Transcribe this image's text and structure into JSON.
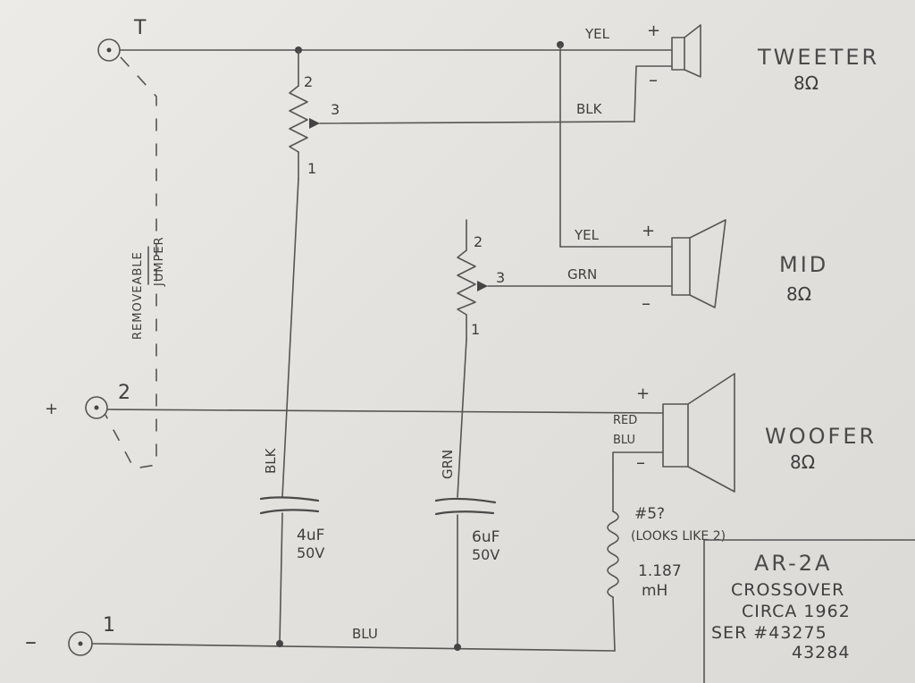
{
  "terminals": {
    "t_label": "T",
    "two_label": "2",
    "one_label": "1",
    "plus_label": "+",
    "minus_label": "–"
  },
  "jumper_label_1": "REMOVEABLE",
  "jumper_label_2": "JUMPER",
  "pot_top": {
    "pin2": "2",
    "pin3": "3",
    "pin1": "1"
  },
  "pot_mid": {
    "pin2": "2",
    "pin3": "3",
    "pin1": "1"
  },
  "wires": {
    "yel_tweeter": "YEL",
    "blk_tweeter": "BLK",
    "yel_mid": "YEL",
    "grn_mid": "GRN",
    "red_woofer": "RED",
    "blu_woofer": "BLU",
    "blk_cap": "BLK",
    "grn_cap": "GRN",
    "blu_bottom": "BLU"
  },
  "speakers": {
    "tweeter": {
      "name": "TWEETER",
      "imp": "8Ω",
      "plus": "+",
      "minus": "–"
    },
    "mid": {
      "name": "MID",
      "imp": "8Ω",
      "plus": "+",
      "minus": "–"
    },
    "woofer": {
      "name": "WOOFER",
      "imp": "8Ω",
      "plus": "+",
      "minus": "–"
    }
  },
  "cap1": {
    "value": "4uF",
    "voltage": "50V"
  },
  "cap2": {
    "value": "6uF",
    "voltage": "50V"
  },
  "inductor": {
    "num": "#5?",
    "note": "(LOOKS LIKE 2)",
    "value": "1.187",
    "unit": "mH"
  },
  "title_box": {
    "line1": "AR-2A",
    "line2": "CROSSOVER",
    "line3": "CIRCA 1962",
    "line4": "SER #43275",
    "line5": "43284"
  }
}
